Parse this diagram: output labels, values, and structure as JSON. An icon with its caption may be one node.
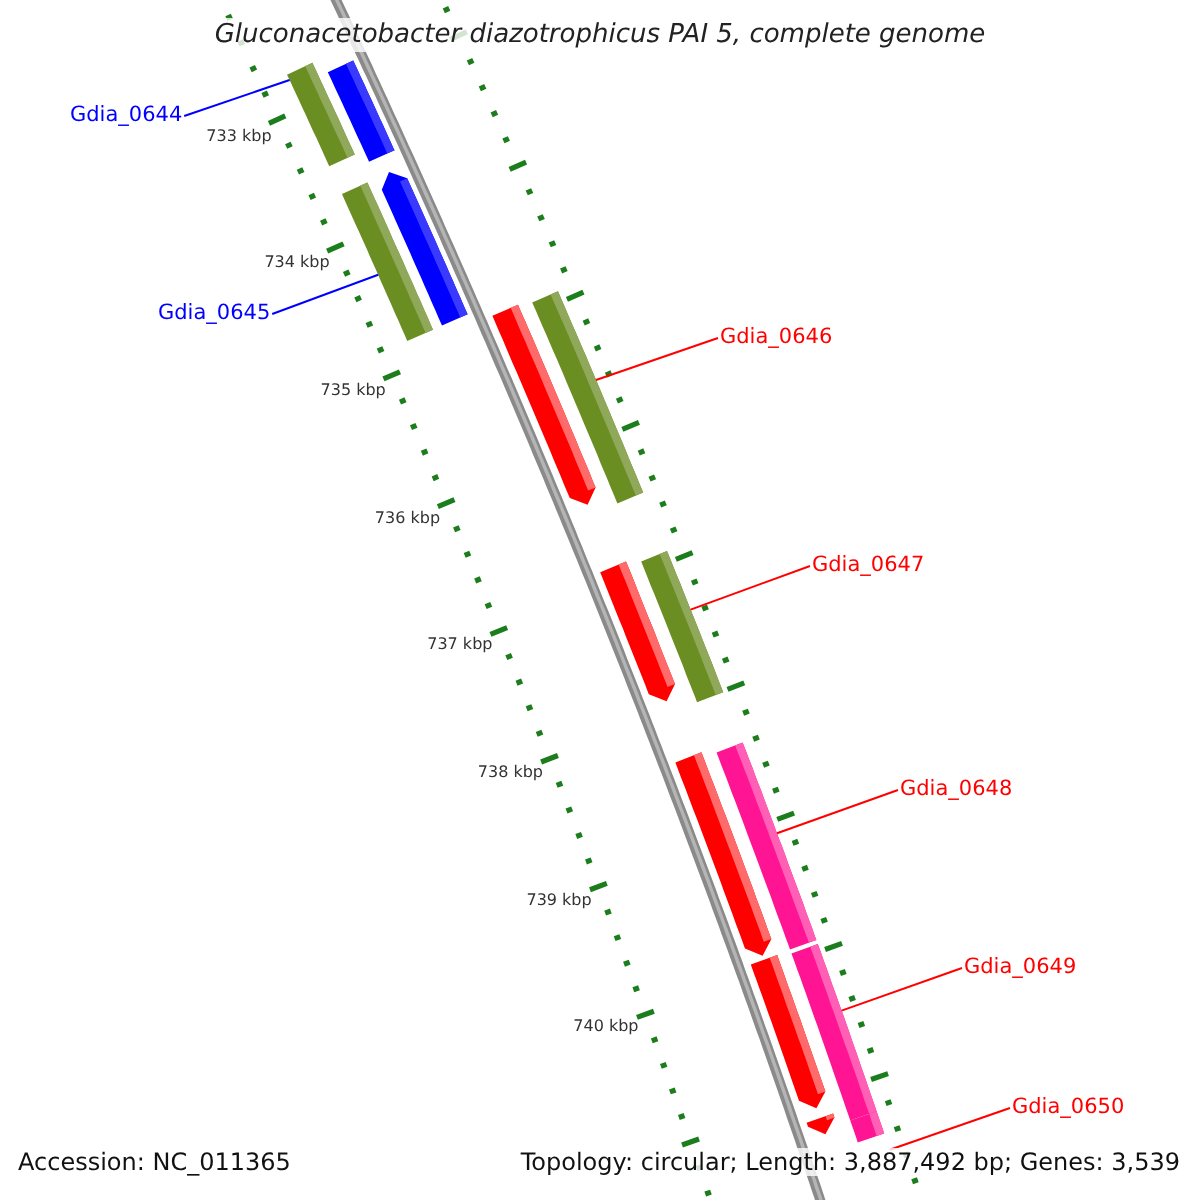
{
  "diagram": {
    "title": "Gluconacetobacter diazotrophicus PAI 5, complete genome",
    "nodes": [
      {
        "text": [
          "Gdia_0644"
        ]
      },
      {
        "text": [
          "Gdia_0645"
        ]
      },
      {
        "text": [
          "Gdia_0646"
        ]
      },
      {
        "text": [
          "Gdia_0647"
        ]
      },
      {
        "text": [
          "Gdia_0648"
        ]
      },
      {
        "text": [
          "Gdia_0649"
        ]
      },
      {
        "text": [
          "Gdia_0650"
        ]
      },
      {
        "text": [],
        "shape": "bar"
      },
      {
        "text": [],
        "shape": "bar"
      },
      {
        "text": [],
        "shape": "bar"
      },
      {
        "text": [],
        "shape": "pentagon"
      },
      {
        "text": [],
        "shape": "pentagon"
      },
      {
        "text": [],
        "shape": "bar"
      },
      {
        "text": [],
        "shape": "pentagon"
      },
      {
        "text": [],
        "shape": "bar"
      },
      {
        "text": [],
        "shape": "pentagon"
      },
      {
        "text": [],
        "shape": "bar"
      },
      {
        "text": [],
        "shape": "pentagon"
      },
      {
        "text": [],
        "shape": "bar"
      },
      {
        "text": [],
        "shape": "pentagon"
      },
      {
        "text": [],
        "shape": "bar"
      }
    ],
    "edges": [
      {
        "from": 0,
        "to": 7,
        "arrow": "none",
        "color": "#0000ff"
      },
      {
        "from": 1,
        "to": 9,
        "arrow": "none",
        "color": "#0000ff"
      },
      {
        "from": 2,
        "to": 12,
        "arrow": "none"
      },
      {
        "from": 3,
        "to": 14,
        "arrow": "none"
      },
      {
        "from": 4,
        "to": 16,
        "arrow": "none"
      },
      {
        "from": 5,
        "to": 18,
        "arrow": "none"
      },
      {
        "from": 6,
        "to": 20,
        "arrow": "none"
      }
    ],
    "labels": [
      "733 kbp",
      "734 kbp",
      "735 kbp",
      "736 kbp",
      "737 kbp",
      "738 kbp",
      "739 kbp",
      "740 kbp",
      "Accession: NC_011365",
      "Topology: circular; Length: 3,887,492 bp; Genes: 3,539"
    ]
  }
}
